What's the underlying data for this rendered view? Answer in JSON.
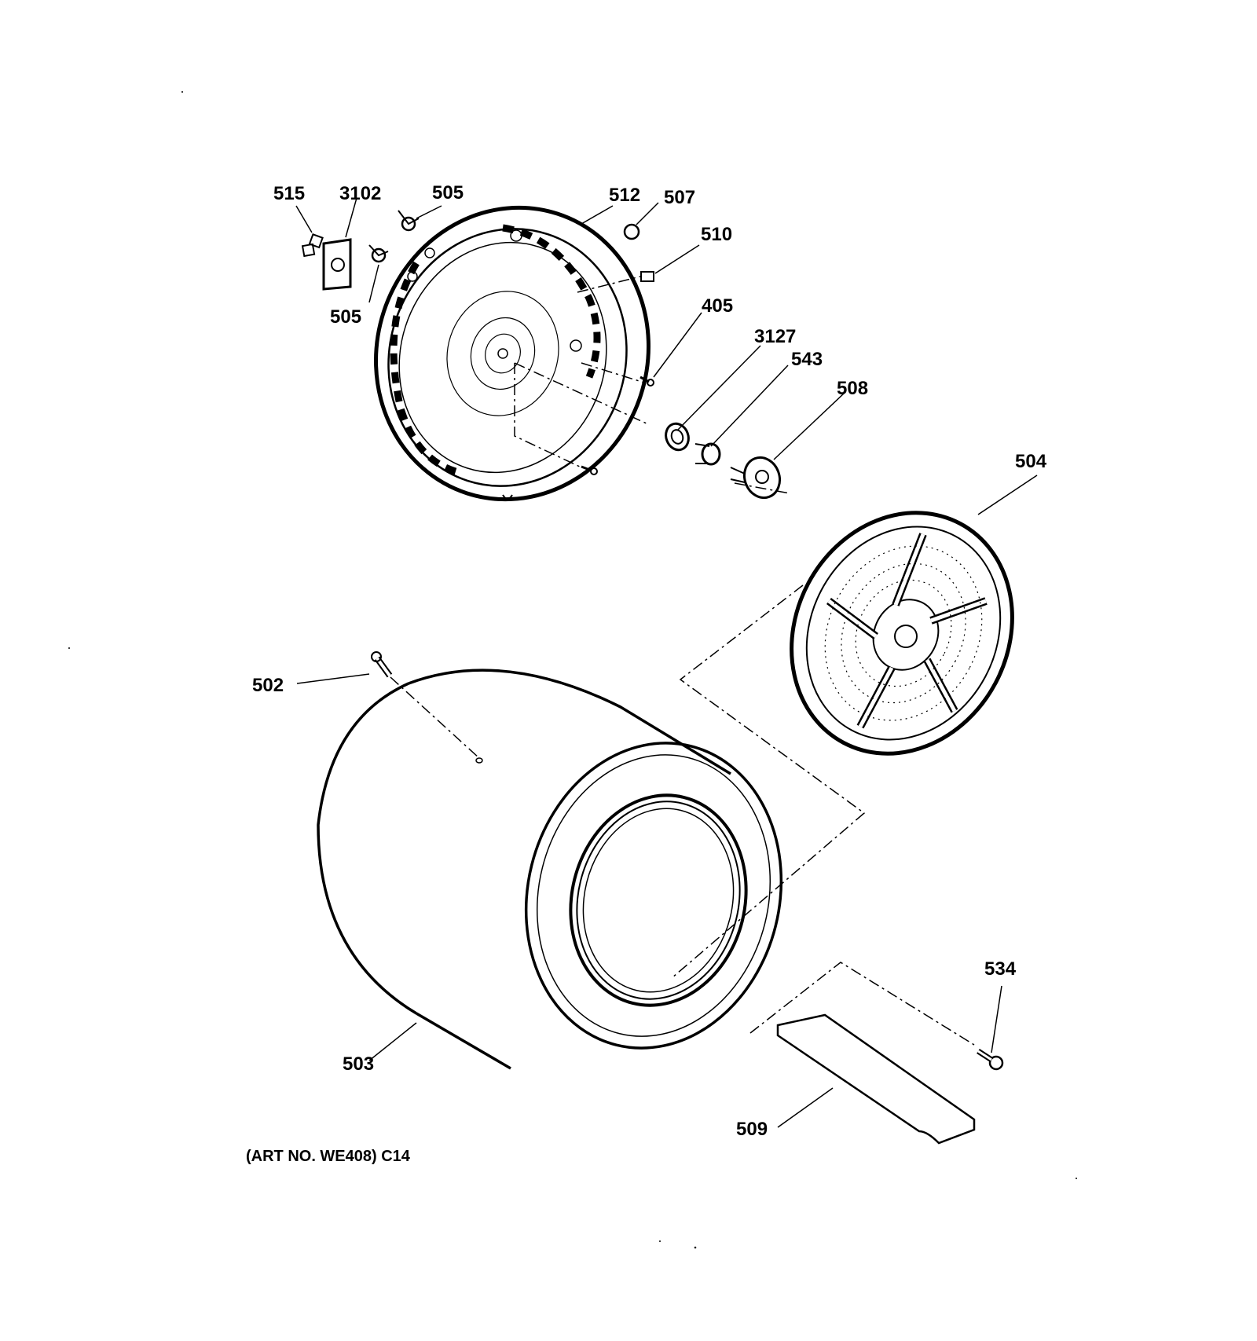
{
  "callouts": {
    "p515": "515",
    "p3102": "3102",
    "p505_top": "505",
    "p505_left": "505",
    "p512": "512",
    "p507": "507",
    "p510": "510",
    "p405": "405",
    "p3127": "3127",
    "p543": "543",
    "p508": "508",
    "p504": "504",
    "p502": "502",
    "p503": "503",
    "p534": "534",
    "p509": "509"
  },
  "caption": "(ART NO. WE408) C14",
  "colors": {
    "ink": "#000000",
    "paper": "#ffffff"
  }
}
